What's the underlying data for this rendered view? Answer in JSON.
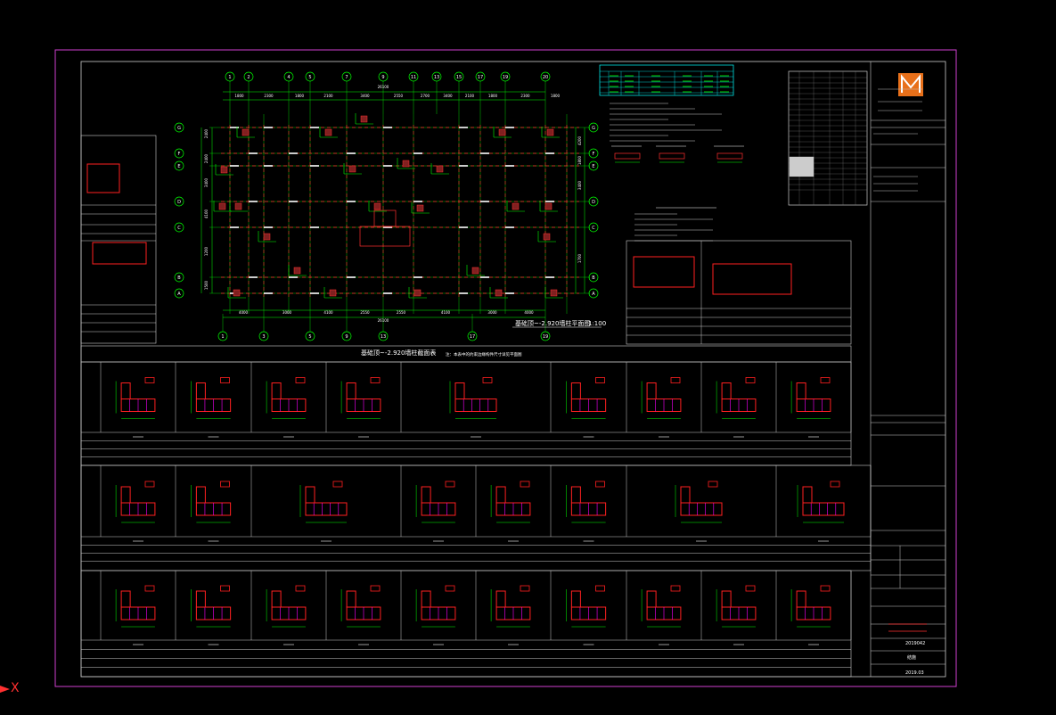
{
  "viewport": {
    "axis_label": "X"
  },
  "plan": {
    "title": "基础顶~-2.920墙柱平面图",
    "scale": "1:100",
    "axes_top": [
      "1",
      "2",
      "4",
      "5",
      "7",
      "9",
      "11",
      "13",
      "15",
      "17",
      "19",
      "20"
    ],
    "axes_bottom": [
      "1",
      "3",
      "5",
      "9",
      "13",
      "17",
      "19"
    ],
    "axes_rows": [
      "G",
      "F",
      "E",
      "D",
      "C",
      "B",
      "A"
    ],
    "dims_top": [
      "1800",
      "2300",
      "1800",
      "2100",
      "3400",
      "2550",
      "2700",
      "3400",
      "2100",
      "1800",
      "2300",
      "1800"
    ],
    "dims_top_total": "26100",
    "dims_bottom": [
      "4000",
      "3000",
      "4100",
      "2550",
      "2550",
      "4100",
      "3000",
      "4000"
    ],
    "dims_bottom_total": "26100",
    "dims_left": [
      "2400",
      "2400",
      "3400",
      "4100",
      "1200",
      "1500"
    ],
    "dims_right": [
      "4200",
      "1800",
      "3400",
      "1700"
    ]
  },
  "section_table": {
    "title": "基础顶~-2.920墙柱截面表",
    "note": "注：本表中的约束边缘构件尺寸详见平面图"
  },
  "title_block": {
    "project_no": "2019042",
    "discipline": "结施",
    "date": "2019.03"
  },
  "colors": {
    "frame": "#d040d0",
    "line": "#ffffff",
    "grid": "#00ff00",
    "axis": "#ff3030",
    "rebar": "#ff00ff",
    "table": "#00ffff",
    "logo": "#e8701a"
  }
}
